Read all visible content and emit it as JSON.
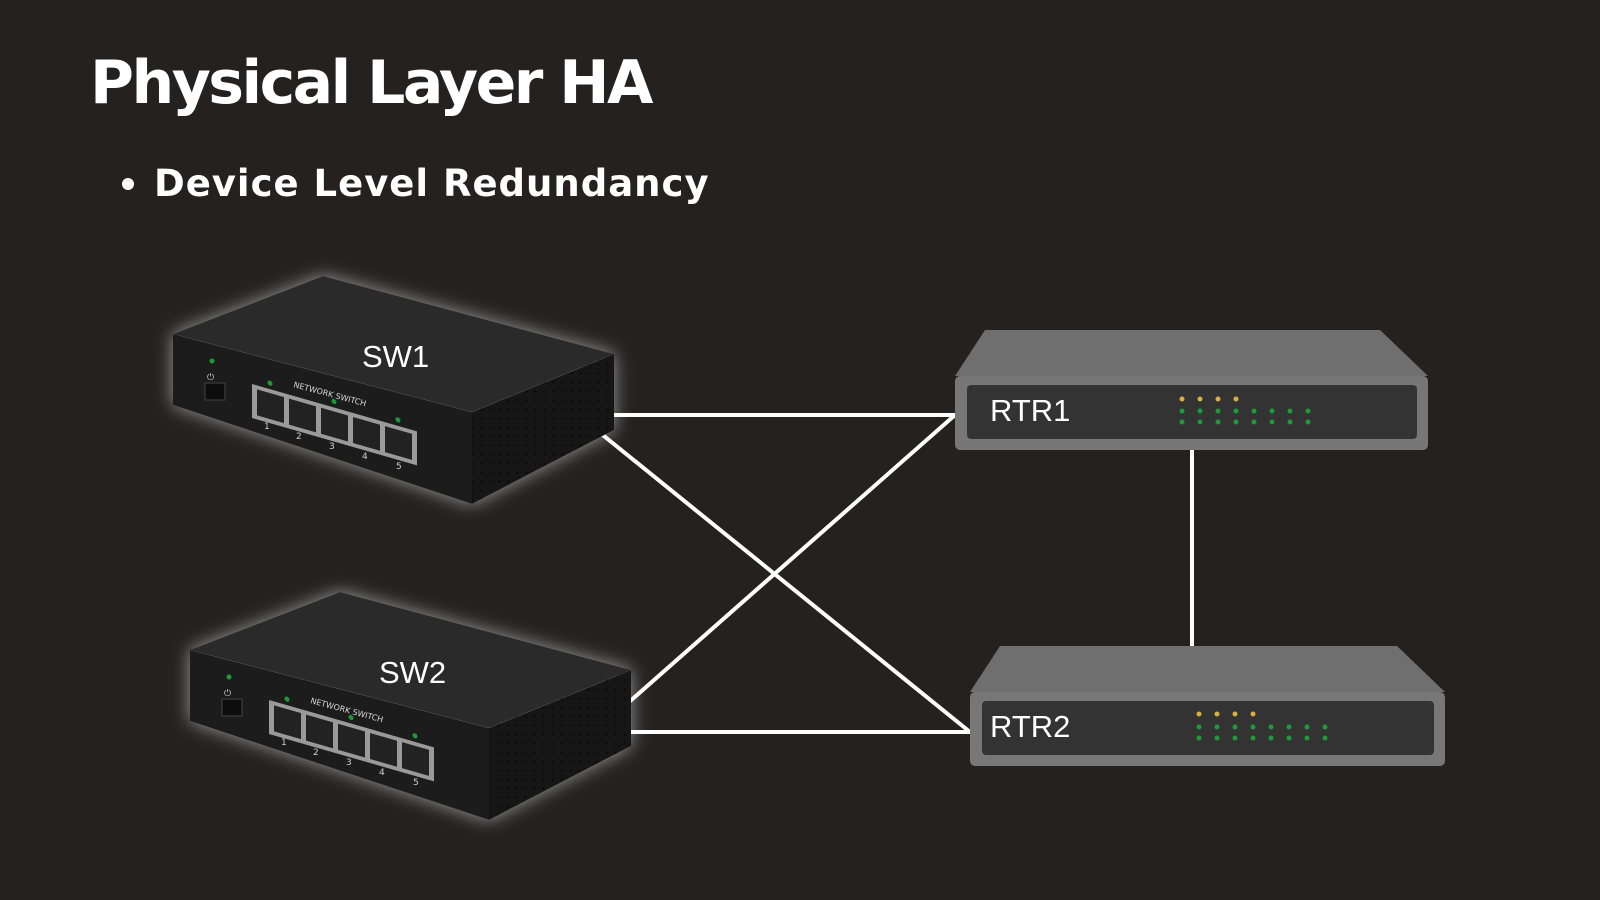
{
  "slide": {
    "title": "Physical Layer HA",
    "bullets": [
      "Device Level Redundancy"
    ]
  },
  "diagram": {
    "switches": [
      {
        "id": "SW1",
        "label": "SW1",
        "brand_text": "NETWORK SWITCH",
        "ports": [
          "1",
          "2",
          "3",
          "4",
          "5"
        ]
      },
      {
        "id": "SW2",
        "label": "SW2",
        "brand_text": "NETWORK SWITCH",
        "ports": [
          "1",
          "2",
          "3",
          "4",
          "5"
        ]
      }
    ],
    "routers": [
      {
        "id": "RTR1",
        "label": "RTR1"
      },
      {
        "id": "RTR2",
        "label": "RTR2"
      }
    ],
    "links": [
      {
        "from": "SW1",
        "to": "RTR1"
      },
      {
        "from": "SW1",
        "to": "RTR2"
      },
      {
        "from": "SW2",
        "to": "RTR1"
      },
      {
        "from": "SW2",
        "to": "RTR2"
      },
      {
        "from": "RTR1",
        "to": "RTR2"
      }
    ],
    "colors": {
      "background": "#24211f",
      "link": "#ffffff",
      "router_body": "#6f6f6f",
      "router_panel": "#333333",
      "switch_body": "#1e1e1e",
      "led_green": "#1f9a3a",
      "led_amber": "#d8b040"
    }
  }
}
